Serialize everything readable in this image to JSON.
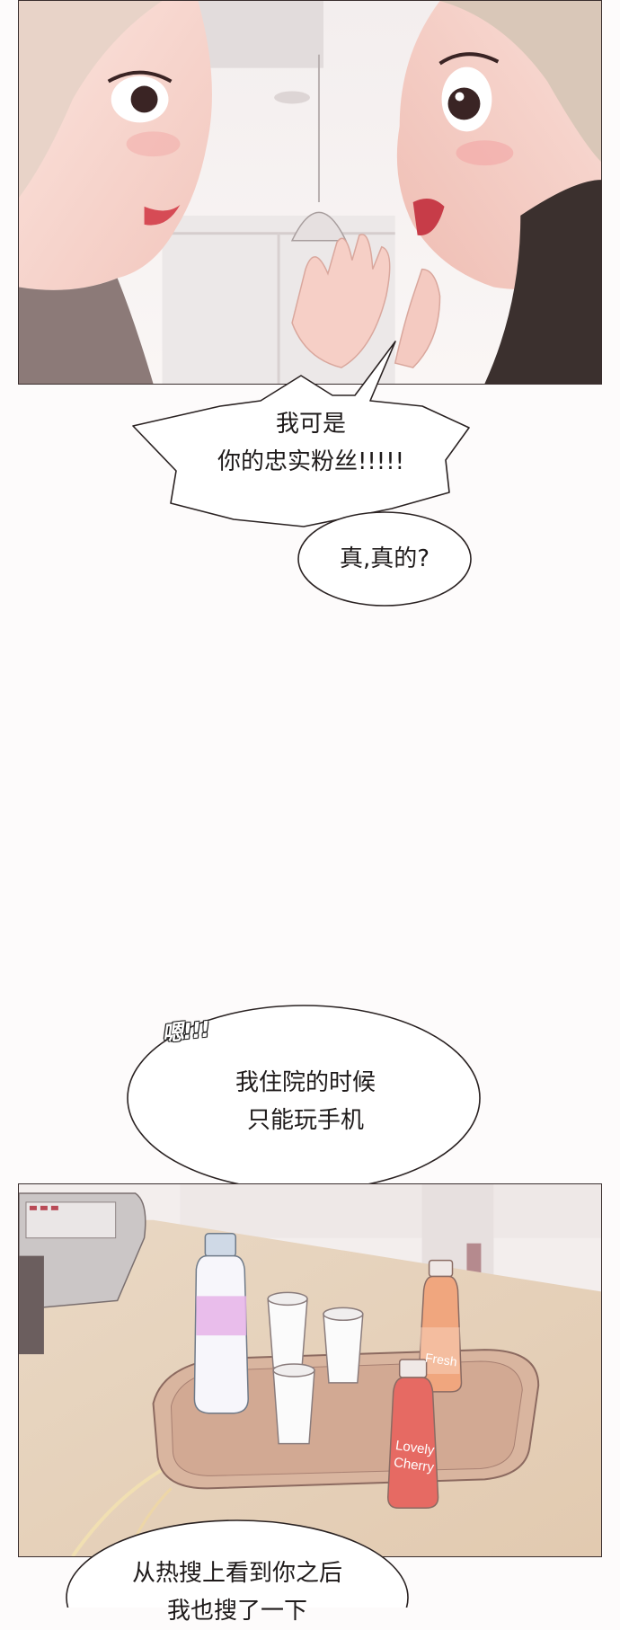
{
  "page": {
    "background": "#fdfbfb"
  },
  "panel_top": {
    "subject": "two women face to face"
  },
  "bubble_fan": {
    "line1": "我可是",
    "line2": "你的忠实粉丝!!!!!"
  },
  "bubble_really": {
    "text": "真,真的?"
  },
  "sfx": {
    "text": "嗯!!!"
  },
  "bubble_hospital": {
    "line1": "我住院的时候",
    "line2": "只能玩手机"
  },
  "panel_table": {
    "bottle_label_fresh": "Fresh",
    "bottle_label_lovely": "Lovely",
    "bottle_label_cherry": "Cherry"
  },
  "bubble_hotsearch": {
    "line1": "从热搜上看到你之后",
    "line2": "我也搜了一下"
  }
}
